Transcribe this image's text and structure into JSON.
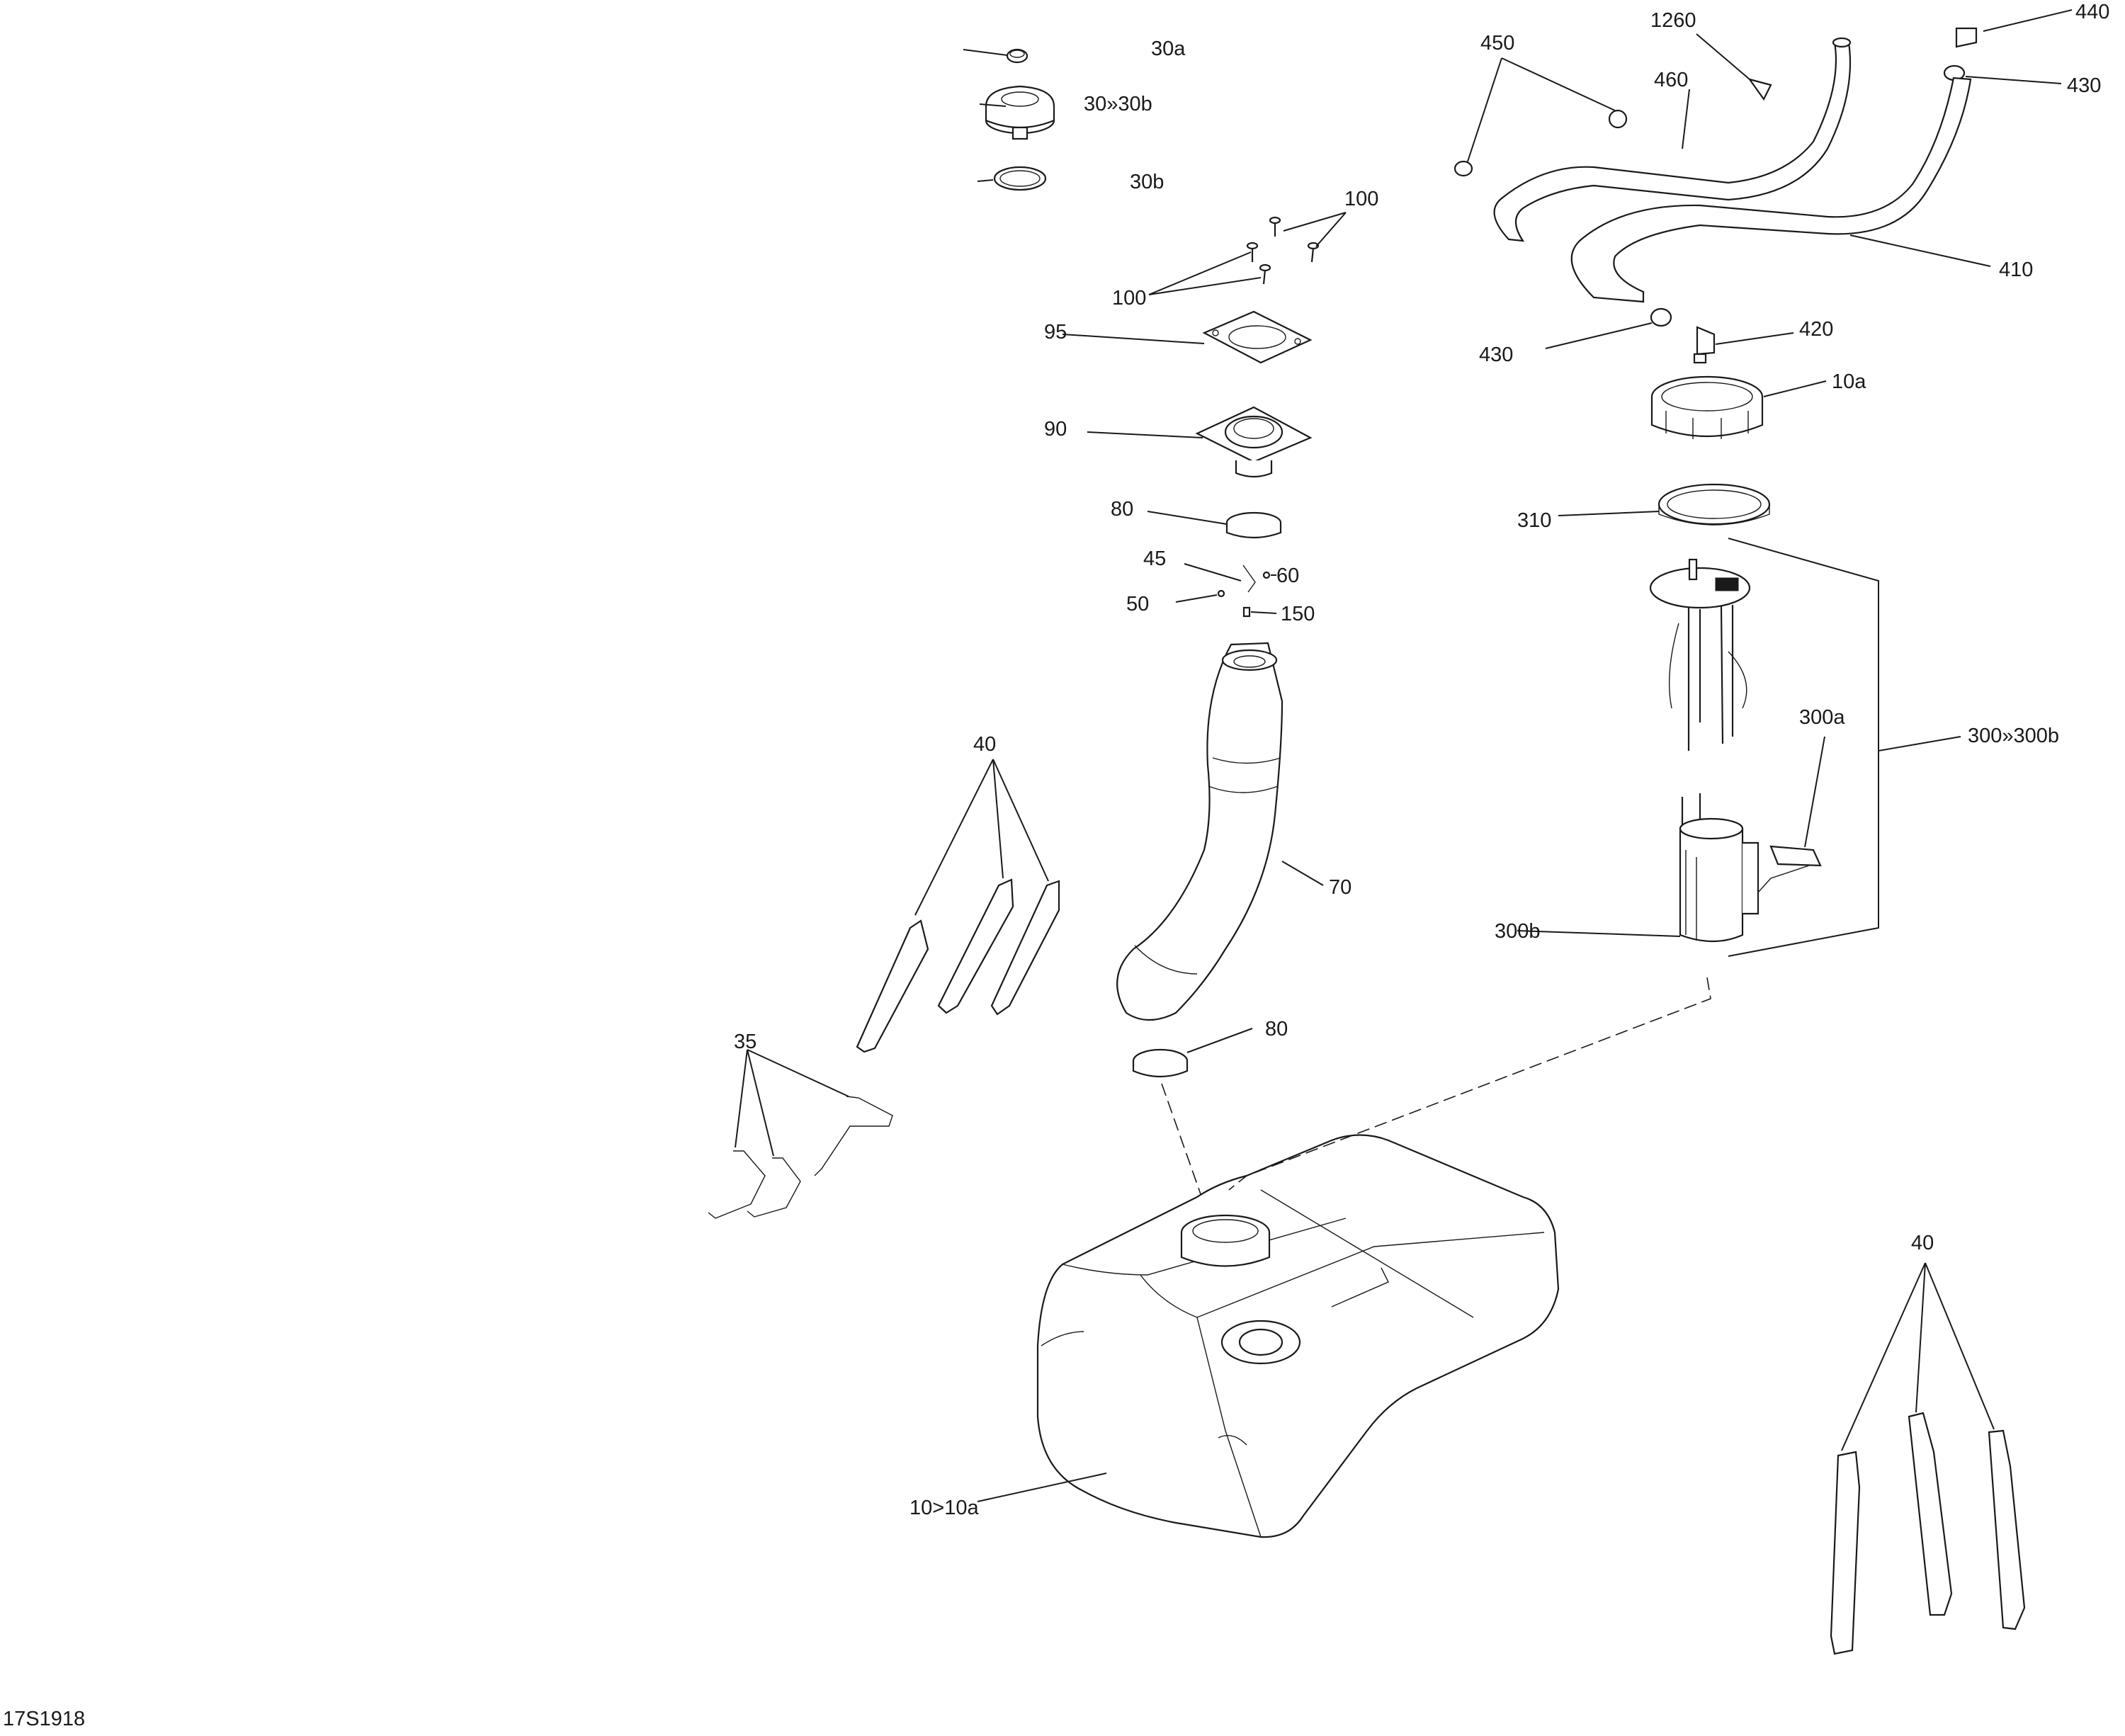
{
  "drawing_code": "17S1918",
  "callouts": {
    "c30a": "30a",
    "c30_30b": "30»30b",
    "c30b": "30b",
    "c100_top": "100",
    "c100_bot": "100",
    "c95": "95",
    "c90": "90",
    "c80_top": "80",
    "c45": "45",
    "c60": "60",
    "c50": "50",
    "c150": "150",
    "c70": "70",
    "c80_bot": "80",
    "c40_left": "40",
    "c35": "35",
    "c10_10a": "10>10a",
    "c40_right": "40",
    "c450": "450",
    "c1260": "1260",
    "c460": "460",
    "c440": "440",
    "c430_top": "430",
    "c410": "410",
    "c430_bot": "430",
    "c420": "420",
    "c10a": "10a",
    "c310": "310",
    "c300a": "300a",
    "c300_300b": "300»300b",
    "c300b": "300b"
  }
}
